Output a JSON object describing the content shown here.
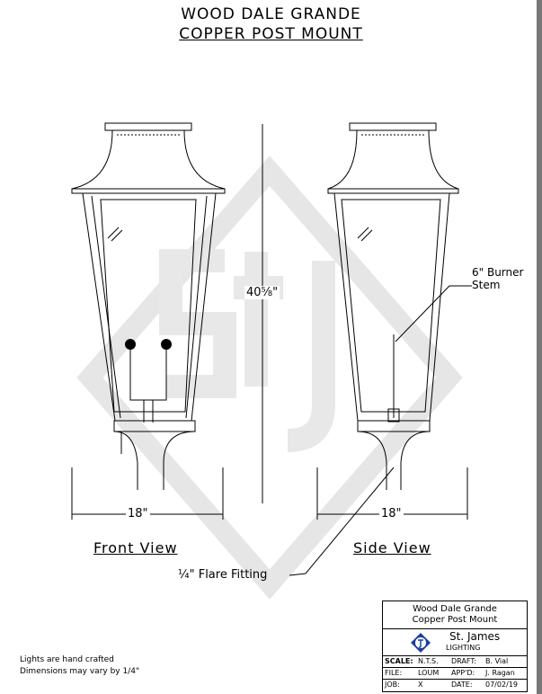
{
  "title": {
    "line1": "WOOD DALE GRANDE",
    "line2": "COPPER POST MOUNT"
  },
  "views": {
    "front": "Front View",
    "side": "Side View"
  },
  "dimensions": {
    "height": "40⅝\"",
    "front_width": "18\"",
    "side_width": "18\""
  },
  "callouts": {
    "burner_line1": "6\" Burner",
    "burner_line2": "Stem",
    "flare": "¼\" Flare Fitting"
  },
  "notes": [
    "Lights are hand crafted",
    "Dimensions may vary by 1/4\""
  ],
  "title_block": {
    "name_line1": "Wood Dale Grande",
    "name_line2": "Copper Post Mount",
    "company": "St. James",
    "company_sub": "LIGHTING",
    "logo_text": "StJ",
    "scale_label": "SCALE:",
    "scale": "N.T.S.",
    "draft_label": "DRAFT:",
    "draft": "B. Vial",
    "file_label": "FILE:",
    "file": "LOUM",
    "appd_label": "APP'D:",
    "appd": "J. Ragan",
    "job_label": "JOB:",
    "job": "X",
    "date_label": "DATE:",
    "date": "07/02/19"
  },
  "watermark": "StJ",
  "colors": {
    "logo_blue": "#1a3fa0",
    "watermark": "#e4e4e4"
  }
}
